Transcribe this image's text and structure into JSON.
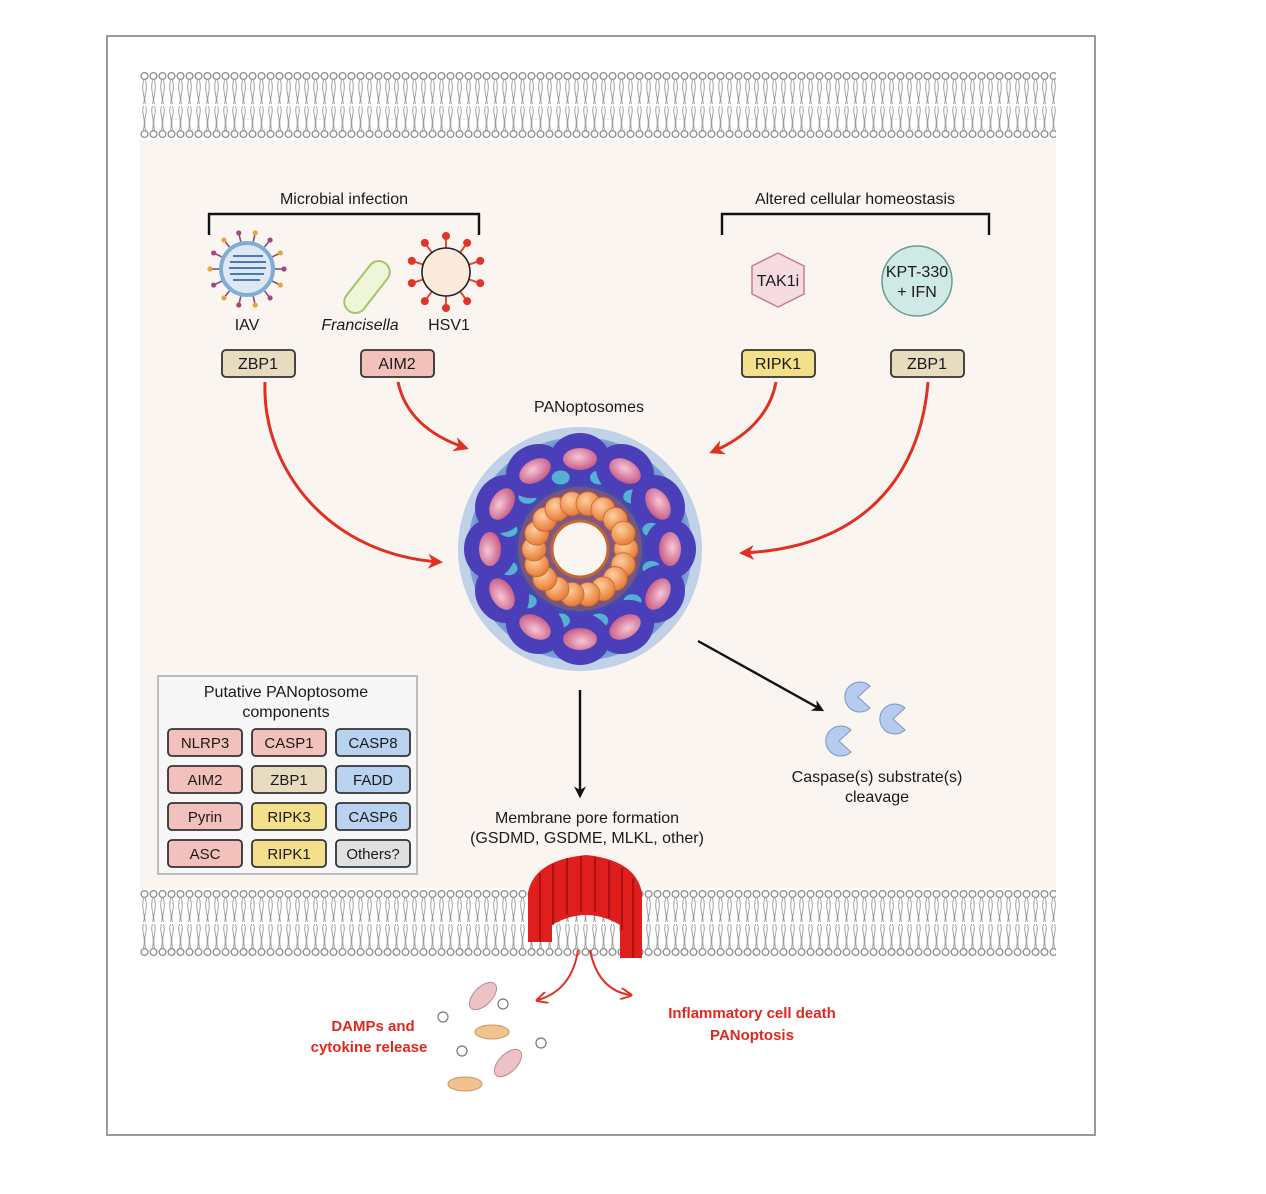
{
  "microbial": {
    "title": "Microbial infection",
    "iav": "IAV",
    "francisella": "Francisella",
    "hsv1": "HSV1",
    "sensor_left": "ZBP1",
    "sensor_mid": "AIM2"
  },
  "homeostasis": {
    "title": "Altered cellular homeostasis",
    "tak1i": "TAK1i",
    "kpt_line1": "KPT-330",
    "kpt_line2": "+ IFN",
    "sensor_left": "RIPK1",
    "sensor_right": "ZBP1"
  },
  "center": {
    "title": "PANoptosomes"
  },
  "components": {
    "title_line1": "Putative PANoptosome",
    "title_line2": "components",
    "rows": [
      [
        "NLRP3",
        "CASP1",
        "CASP8"
      ],
      [
        "AIM2",
        "ZBP1",
        "FADD"
      ],
      [
        "Pyrin",
        "RIPK3",
        "CASP6"
      ],
      [
        "ASC",
        "RIPK1",
        "Others?"
      ]
    ]
  },
  "pore": {
    "line1": "Membrane pore formation",
    "line2": "(GSDMD, GSDME, MLKL, other)"
  },
  "caspase": {
    "line1": "Caspase(s) substrate(s)",
    "line2": "cleavage"
  },
  "damps": {
    "line1": "DAMPs and",
    "line2": "cytokine release"
  },
  "death": {
    "line1": "Inflammatory cell death",
    "line2": "PANoptosis"
  },
  "colors": {
    "arrow_red": "#e03020",
    "label_red": "#e0281e",
    "box_pink": "#f3c1bb",
    "box_tan": "#e8dcc0",
    "box_yellow": "#f4df8a",
    "box_blue": "#b8d2ef",
    "box_grey": "#e0e0e0"
  }
}
